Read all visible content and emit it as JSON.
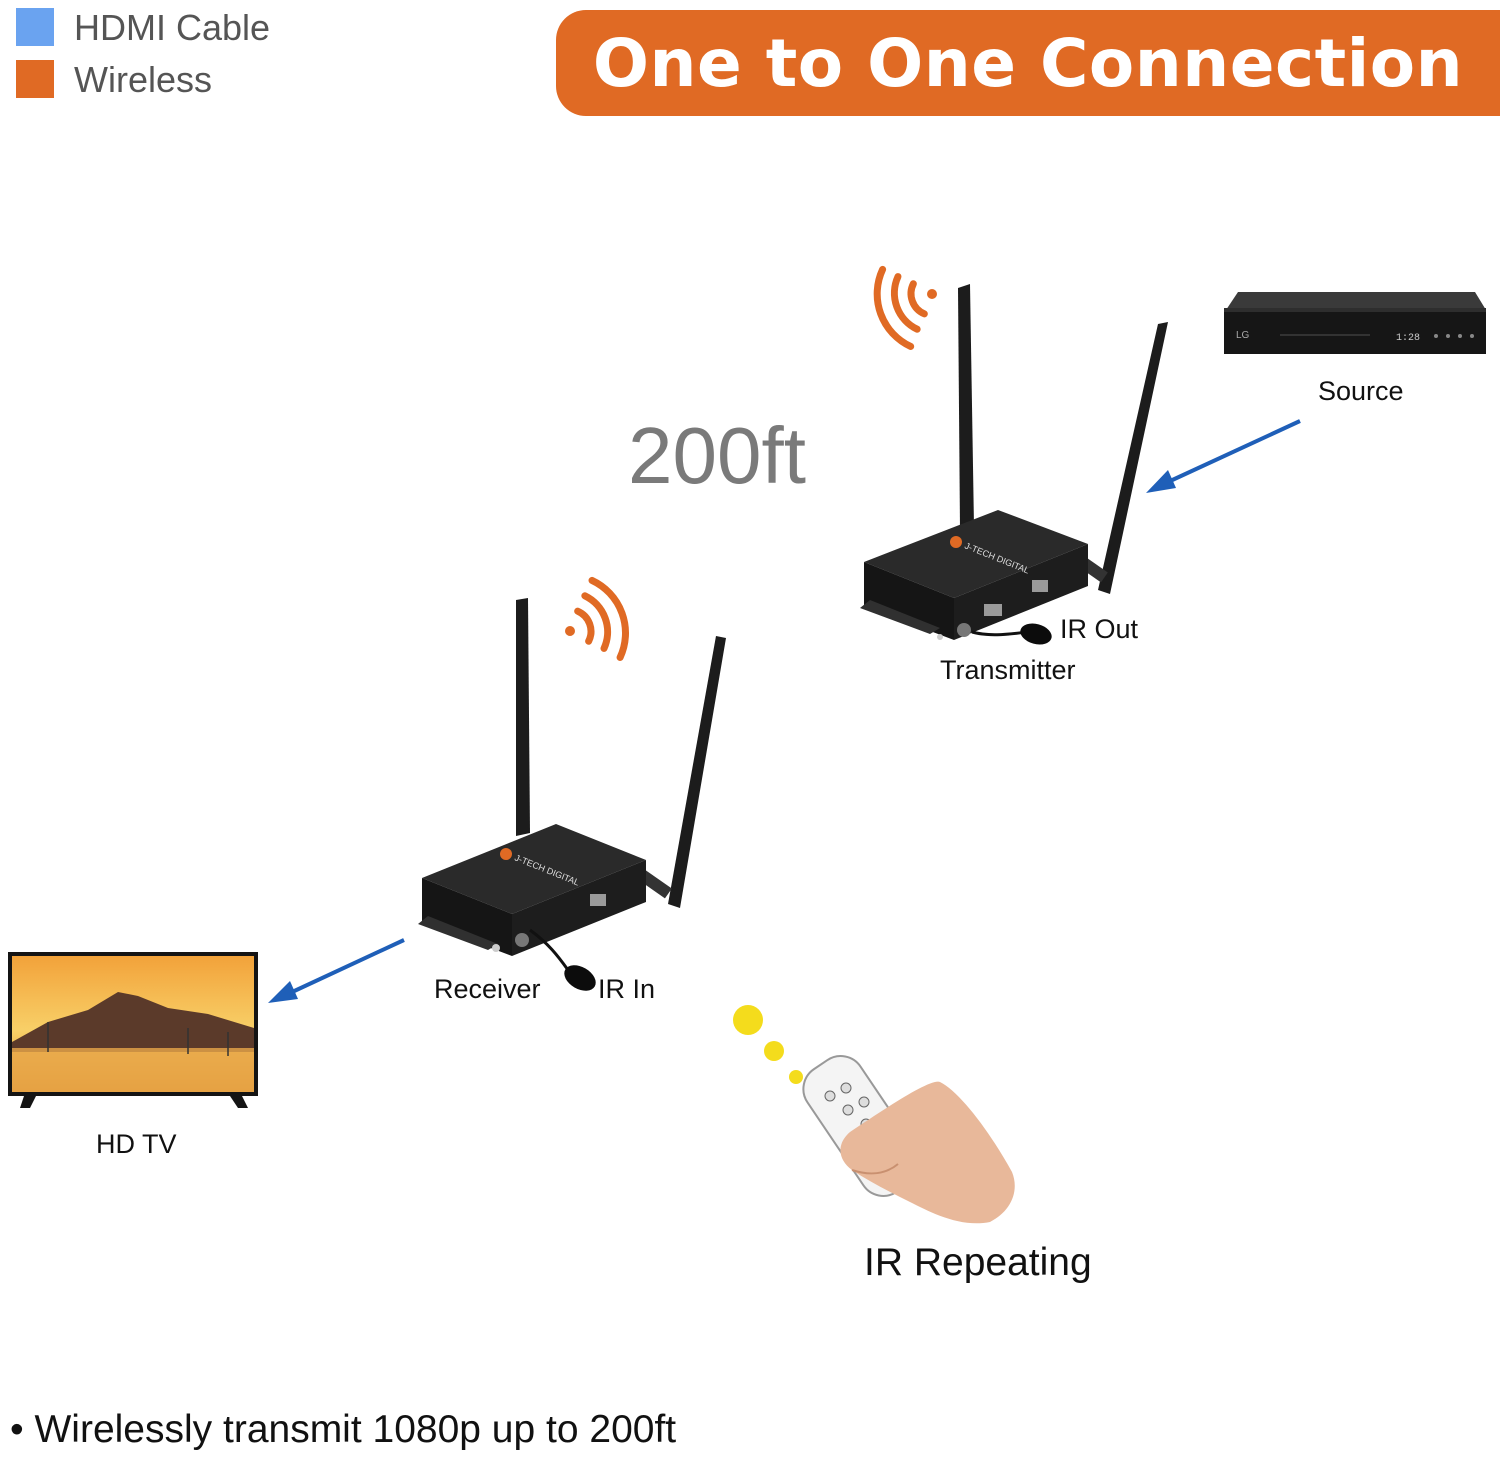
{
  "legend": {
    "items": [
      {
        "label": "HDMI Cable",
        "color": "#6aa3f0"
      },
      {
        "label": "Wireless",
        "color": "#e06a24"
      }
    ]
  },
  "title": {
    "text": "One to One Connection",
    "color": "#e06a24"
  },
  "distance": "200ft",
  "devices": {
    "source": "Source",
    "transmitter": "Transmitter",
    "ir_out": "IR Out",
    "receiver": "Receiver",
    "ir_in": "IR In",
    "tv": "HD TV"
  },
  "ir_repeating": "IR Repeating",
  "feature_bullet": "• Wirelessly transmit 1080p up to 200ft",
  "colors": {
    "arrow": "#1f5fb8",
    "signal_waves": "#e06a24",
    "device_body": "#222222",
    "ir_dots": "#f4dc1c"
  }
}
